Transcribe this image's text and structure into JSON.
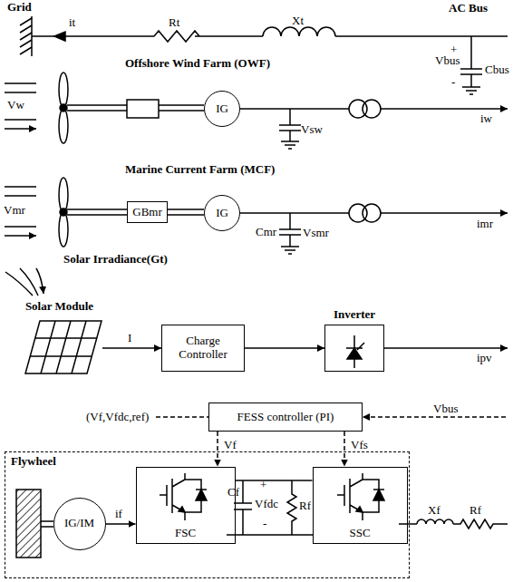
{
  "diagram": {
    "nodes": [
      {
        "text": [
          "IG"
        ]
      },
      {
        "text": [
          "GBmr"
        ]
      },
      {
        "text": [
          "IG"
        ]
      },
      {
        "text": [
          "Solar Module"
        ]
      },
      {
        "text": [
          "Charge Controller"
        ]
      },
      {
        "text": [
          "Inverter"
        ]
      },
      {
        "text": [
          "FESS controller (PI)"
        ]
      },
      {
        "text": [
          "Flywheel"
        ]
      },
      {
        "text": [
          "IG/IM"
        ],
        "in": 7
      },
      {
        "text": [
          "FSC"
        ],
        "in": 7
      },
      {
        "text": [
          "SSC"
        ],
        "in": 7
      }
    ],
    "edges": [
      {
        "from": 3,
        "to": 4,
        "arrow": "to",
        "label": "I"
      },
      {
        "from": 4,
        "to": 5,
        "arrow": "to"
      },
      {
        "from": 6,
        "to": 9,
        "arrow": "to",
        "label": "Vf"
      },
      {
        "from": 6,
        "to": 10,
        "arrow": "to",
        "label": "Vfs"
      },
      {
        "from": 8,
        "to": 9,
        "arrow": "to",
        "label": "if"
      },
      {
        "from": 9,
        "to": 10,
        "arrow": "none"
      },
      {
        "from": 1,
        "to": 2,
        "arrow": "none"
      }
    ],
    "labels": [
      "Grid",
      "it",
      "Rt",
      "Xt",
      "AC Bus",
      "+",
      "Vbus",
      "Cbus",
      "-",
      "Offshore Wind Farm (OWF)",
      "Vw",
      "Vsw",
      "iw",
      "Marine Current Farm (MCF)",
      "Vmr",
      "Cmr",
      "Vsmr",
      "imr",
      "Solar Irradiance(Gt)",
      "ipv",
      "(Vf,Vfdc,ref)",
      "Vbus",
      "Cf",
      "+",
      "Vfdc",
      "-",
      "Rf",
      "Xf",
      "Rf"
    ]
  }
}
